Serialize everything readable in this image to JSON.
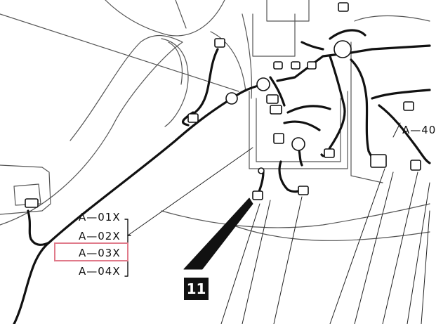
{
  "diagram": {
    "connector_labels": [
      "A—01X",
      "A—02X",
      "A—03X",
      "A—04X"
    ],
    "highlighted_label": "A—03X",
    "side_label": "A—40",
    "figure_number": "11",
    "highlight_color": "#e07a8a",
    "ink_color": "#111111"
  }
}
